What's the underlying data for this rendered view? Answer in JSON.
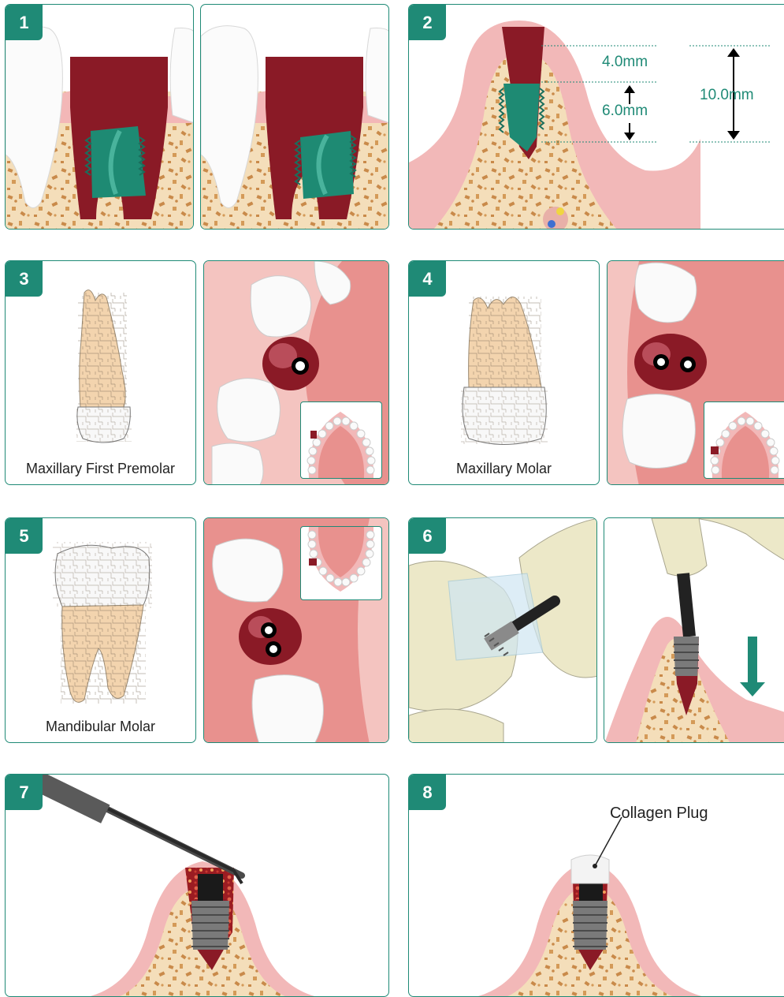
{
  "panels": {
    "p1": {
      "number": "1"
    },
    "p2": {
      "number": "2",
      "m_top": "4.0mm",
      "m_bottom": "6.0mm",
      "m_total": "10.0mm"
    },
    "p3": {
      "number": "3",
      "caption": "Maxillary First Premolar"
    },
    "p4": {
      "number": "4",
      "caption": "Maxillary Molar"
    },
    "p5": {
      "number": "5",
      "caption": "Mandibular Molar"
    },
    "p6": {
      "number": "6"
    },
    "p7": {
      "number": "7"
    },
    "p8": {
      "number": "8",
      "plug_label": "Collagen Plug"
    }
  },
  "colors": {
    "accent": "#1f8a76",
    "implant": "#1e8a73",
    "socket": "#8a1a26",
    "gum": "#f2b8b8",
    "bone": "#f4deba",
    "bone_dots": "#c98a4a",
    "tooth": "#ffffff",
    "text": "#222222"
  }
}
